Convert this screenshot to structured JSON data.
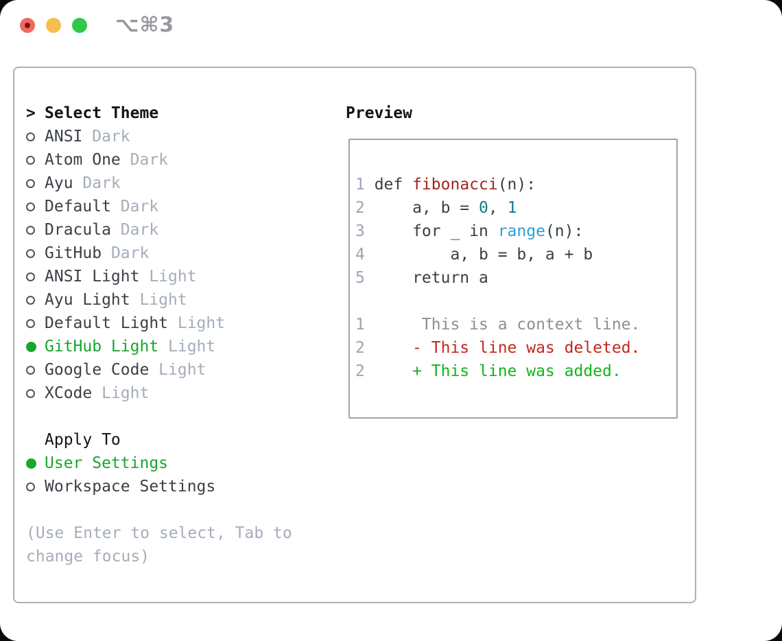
{
  "window": {
    "title": "⌥⌘3"
  },
  "colors": {
    "selected_green": "#18a62d",
    "diff_added_green": "#14b31e",
    "diff_deleted_red": "#c3271b",
    "function_red": "#a3241e",
    "literal_teal": "#0a7e8a",
    "builtin_blue": "#2d9fd8",
    "muted_gray": "#a4adba",
    "traffic_red": "#ee6a5e",
    "traffic_yellow": "#f6be4f",
    "traffic_green": "#33c748"
  },
  "theme_panel": {
    "prompt": ">",
    "title": "Select Theme",
    "themes": [
      {
        "name": "ANSI",
        "variant": "Dark",
        "selected": false
      },
      {
        "name": "Atom One",
        "variant": "Dark",
        "selected": false
      },
      {
        "name": "Ayu",
        "variant": "Dark",
        "selected": false
      },
      {
        "name": "Default",
        "variant": "Dark",
        "selected": false
      },
      {
        "name": "Dracula",
        "variant": "Dark",
        "selected": false
      },
      {
        "name": "GitHub",
        "variant": "Dark",
        "selected": false
      },
      {
        "name": "ANSI Light",
        "variant": "Light",
        "selected": false
      },
      {
        "name": "Ayu Light",
        "variant": "Light",
        "selected": false
      },
      {
        "name": "Default Light",
        "variant": "Light",
        "selected": false
      },
      {
        "name": "GitHub Light",
        "variant": "Light",
        "selected": true
      },
      {
        "name": "Google Code",
        "variant": "Light",
        "selected": false
      },
      {
        "name": "XCode",
        "variant": "Light",
        "selected": false
      }
    ],
    "apply_to": {
      "title": "Apply To",
      "options": [
        {
          "name": "User Settings",
          "selected": true
        },
        {
          "name": "Workspace Settings",
          "selected": false
        }
      ]
    },
    "hint_lines": [
      "(Use Enter to select, Tab to",
      "change focus)"
    ]
  },
  "preview": {
    "title": "Preview",
    "lines": [
      {
        "num": "1",
        "segs": [
          {
            "t": "def ",
            "c": "code"
          },
          {
            "t": "fibonacci",
            "c": "func"
          },
          {
            "t": "(n):",
            "c": "code"
          }
        ]
      },
      {
        "num": "2",
        "segs": [
          {
            "t": "    a, b = ",
            "c": "code"
          },
          {
            "t": "0",
            "c": "lit"
          },
          {
            "t": ", ",
            "c": "code"
          },
          {
            "t": "1",
            "c": "lit"
          }
        ]
      },
      {
        "num": "3",
        "segs": [
          {
            "t": "    for _ in ",
            "c": "code"
          },
          {
            "t": "range",
            "c": "builtin"
          },
          {
            "t": "(n):",
            "c": "code"
          }
        ]
      },
      {
        "num": "4",
        "segs": [
          {
            "t": "        a, b = b, a + b",
            "c": "code"
          }
        ]
      },
      {
        "num": "5",
        "segs": [
          {
            "t": "    return a",
            "c": "code"
          }
        ]
      },
      {
        "num": "",
        "segs": []
      },
      {
        "num": "1",
        "segs": [
          {
            "t": "     This is a context line.",
            "c": "ctx"
          }
        ]
      },
      {
        "num": "2",
        "segs": [
          {
            "t": "    - This line was deleted.",
            "c": "del"
          }
        ]
      },
      {
        "num": "2",
        "segs": [
          {
            "t": "    + This line was added.",
            "c": "add"
          }
        ]
      }
    ]
  }
}
